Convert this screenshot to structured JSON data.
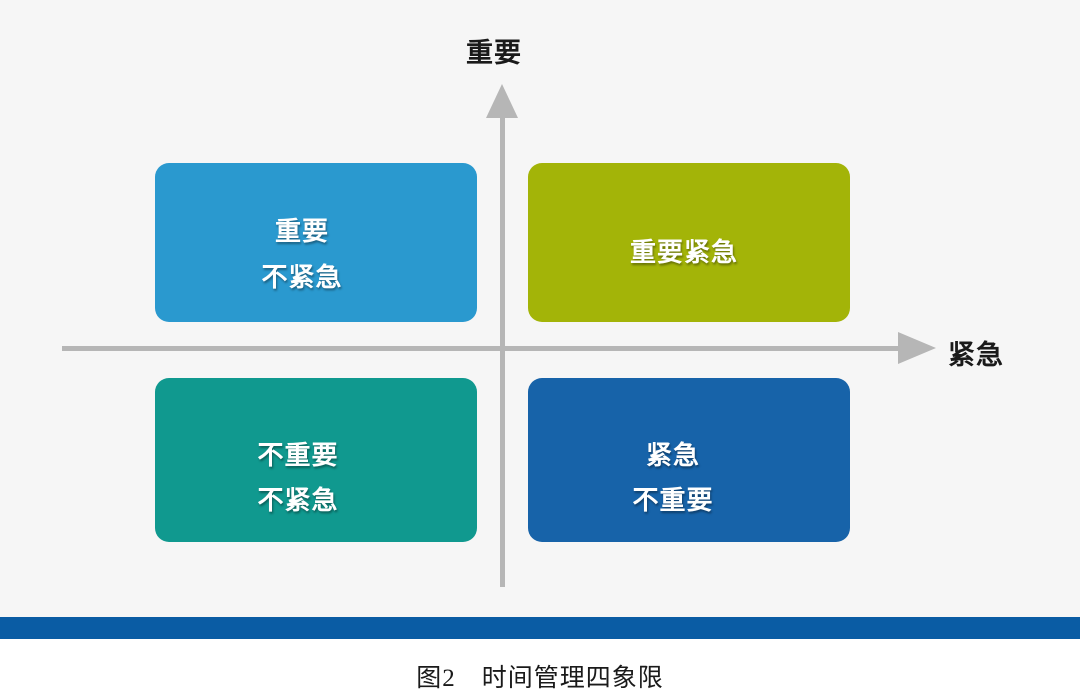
{
  "figure": {
    "caption": "图2　时间管理四象限",
    "caption_number": "图2",
    "caption_title": "时间管理四象限",
    "background_color": "#f6f6f6",
    "axis_color": "#b6b6b6",
    "footer_bar_color": "#0a5ca4"
  },
  "axes": {
    "vertical": {
      "label": "重要",
      "name": "importance-axis",
      "direction": "up",
      "label_color": "#1a1a1a"
    },
    "horizontal": {
      "label": "紧急",
      "name": "urgency-axis",
      "direction": "right",
      "label_color": "#1a1a1a"
    }
  },
  "quadrants": [
    {
      "id": "important-not-urgent",
      "position": "top-left",
      "lines": [
        "重要",
        "不紧急"
      ],
      "color": "#2a99cf",
      "text_color": "#ffffff"
    },
    {
      "id": "important-urgent",
      "position": "top-right",
      "lines": [
        "重要紧急"
      ],
      "color": "#a3b408",
      "text_color": "#ffffff"
    },
    {
      "id": "not-important-not-urgent",
      "position": "bottom-left",
      "lines": [
        "不重要",
        "不紧急"
      ],
      "color": "#10998f",
      "text_color": "#ffffff"
    },
    {
      "id": "urgent-not-important",
      "position": "bottom-right",
      "lines": [
        "紧急",
        "不重要"
      ],
      "color": "#1763a9",
      "text_color": "#ffffff"
    }
  ]
}
